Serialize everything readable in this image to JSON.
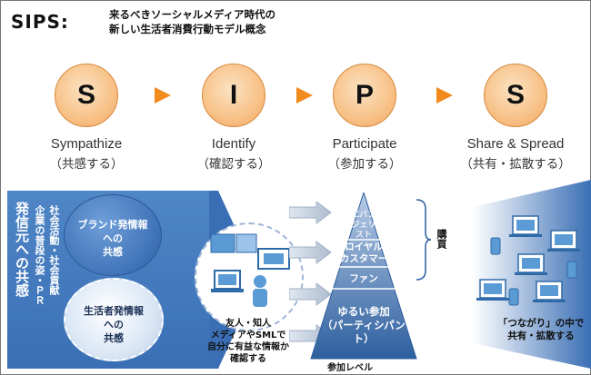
{
  "header": {
    "title": "SIPS",
    "title_colon": ":",
    "subtitle_line1": "来るべきソーシャルメディア時代の",
    "subtitle_line2": "新しい生活者消費行動モデル概念"
  },
  "steps": [
    {
      "letter": "S",
      "en": "Sympathize",
      "jp": "（共感する）"
    },
    {
      "letter": "I",
      "en": "Identify",
      "jp": "（確認する）"
    },
    {
      "letter": "P",
      "en": "Participate",
      "jp": "（参加する）"
    },
    {
      "letter": "S",
      "en": "Share & Spread",
      "jp": "（共有・拡散する）"
    }
  ],
  "sender": {
    "main": "発信元への共感",
    "col1": "企業の普段の姿・ＰＲ",
    "col2": "社会活動・社会貢献",
    "brand": [
      "ブランド発情報",
      "への",
      "共感"
    ],
    "consumer": [
      "生活者発情報",
      "への",
      "共感"
    ]
  },
  "friends": {
    "text_line1": "友人・知人",
    "text_line2": "メディアやSMLで",
    "text_line3": "自分に有益な情報か",
    "text_line4": "確認する"
  },
  "pyramid": {
    "level1": [
      "エバン",
      "ジェリ",
      "スト"
    ],
    "level2": [
      "ロイヤル",
      "カスタマー"
    ],
    "level3": "ファン",
    "level4": [
      "ゆるい参加",
      "（パーティシパント）"
    ],
    "purchase_label": "購買",
    "axis_label": "参加レベル"
  },
  "share": {
    "line1": "「つながり」の中で",
    "line2": "共有・拡散する"
  },
  "colors": {
    "accent_orange": "#f28b1e",
    "circle_fill": "#f8c48c",
    "blue_dark": "#3a6fb5",
    "blue_light": "#9fb6d6"
  }
}
